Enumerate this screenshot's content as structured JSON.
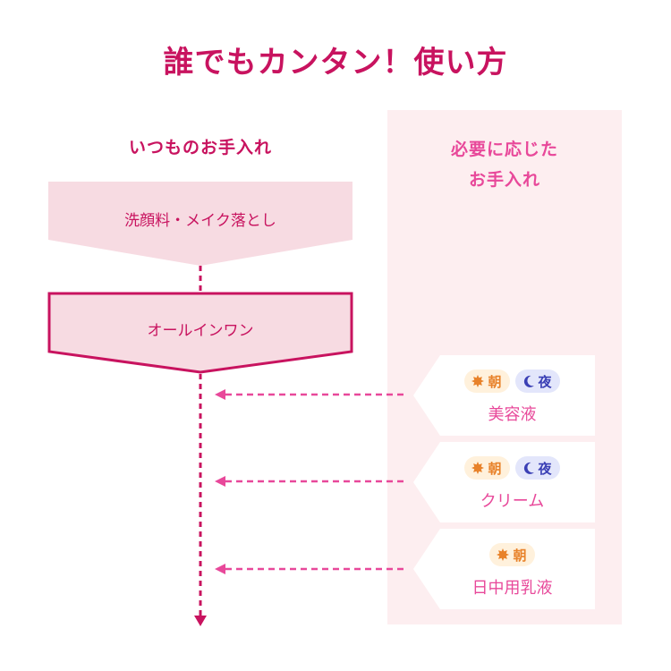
{
  "title": "誰でもカンタン！使い方",
  "left_column": {
    "heading": "いつものお手入れ",
    "steps": [
      {
        "label": "洗顔料・メイク落とし"
      },
      {
        "label": "オールインワン"
      }
    ]
  },
  "right_column": {
    "heading_line1": "必要に応じた",
    "heading_line2": "お手入れ",
    "items": [
      {
        "name": "美容液",
        "badges": [
          {
            "type": "morning",
            "label": "朝"
          },
          {
            "type": "night",
            "label": "夜"
          }
        ]
      },
      {
        "name": "クリーム",
        "badges": [
          {
            "type": "morning",
            "label": "朝"
          },
          {
            "type": "night",
            "label": "夜"
          }
        ]
      },
      {
        "name": "日中用乳液",
        "badges": [
          {
            "type": "morning",
            "label": "朝"
          }
        ]
      }
    ]
  },
  "colors": {
    "primary": "#c8135f",
    "accent": "#e8489a",
    "step_fill": "#f7dbe2",
    "panel_bg": "#fdeef0",
    "morning_bg": "#fff1dc",
    "morning_fg": "#e8822a",
    "night_bg": "#e3e6fb",
    "night_fg": "#3a3fb5"
  },
  "icons": {
    "morning": "sun-icon",
    "night": "moon-icon",
    "flow_end": "arrow-down-icon",
    "item_arrow": "arrow-left-icon"
  }
}
